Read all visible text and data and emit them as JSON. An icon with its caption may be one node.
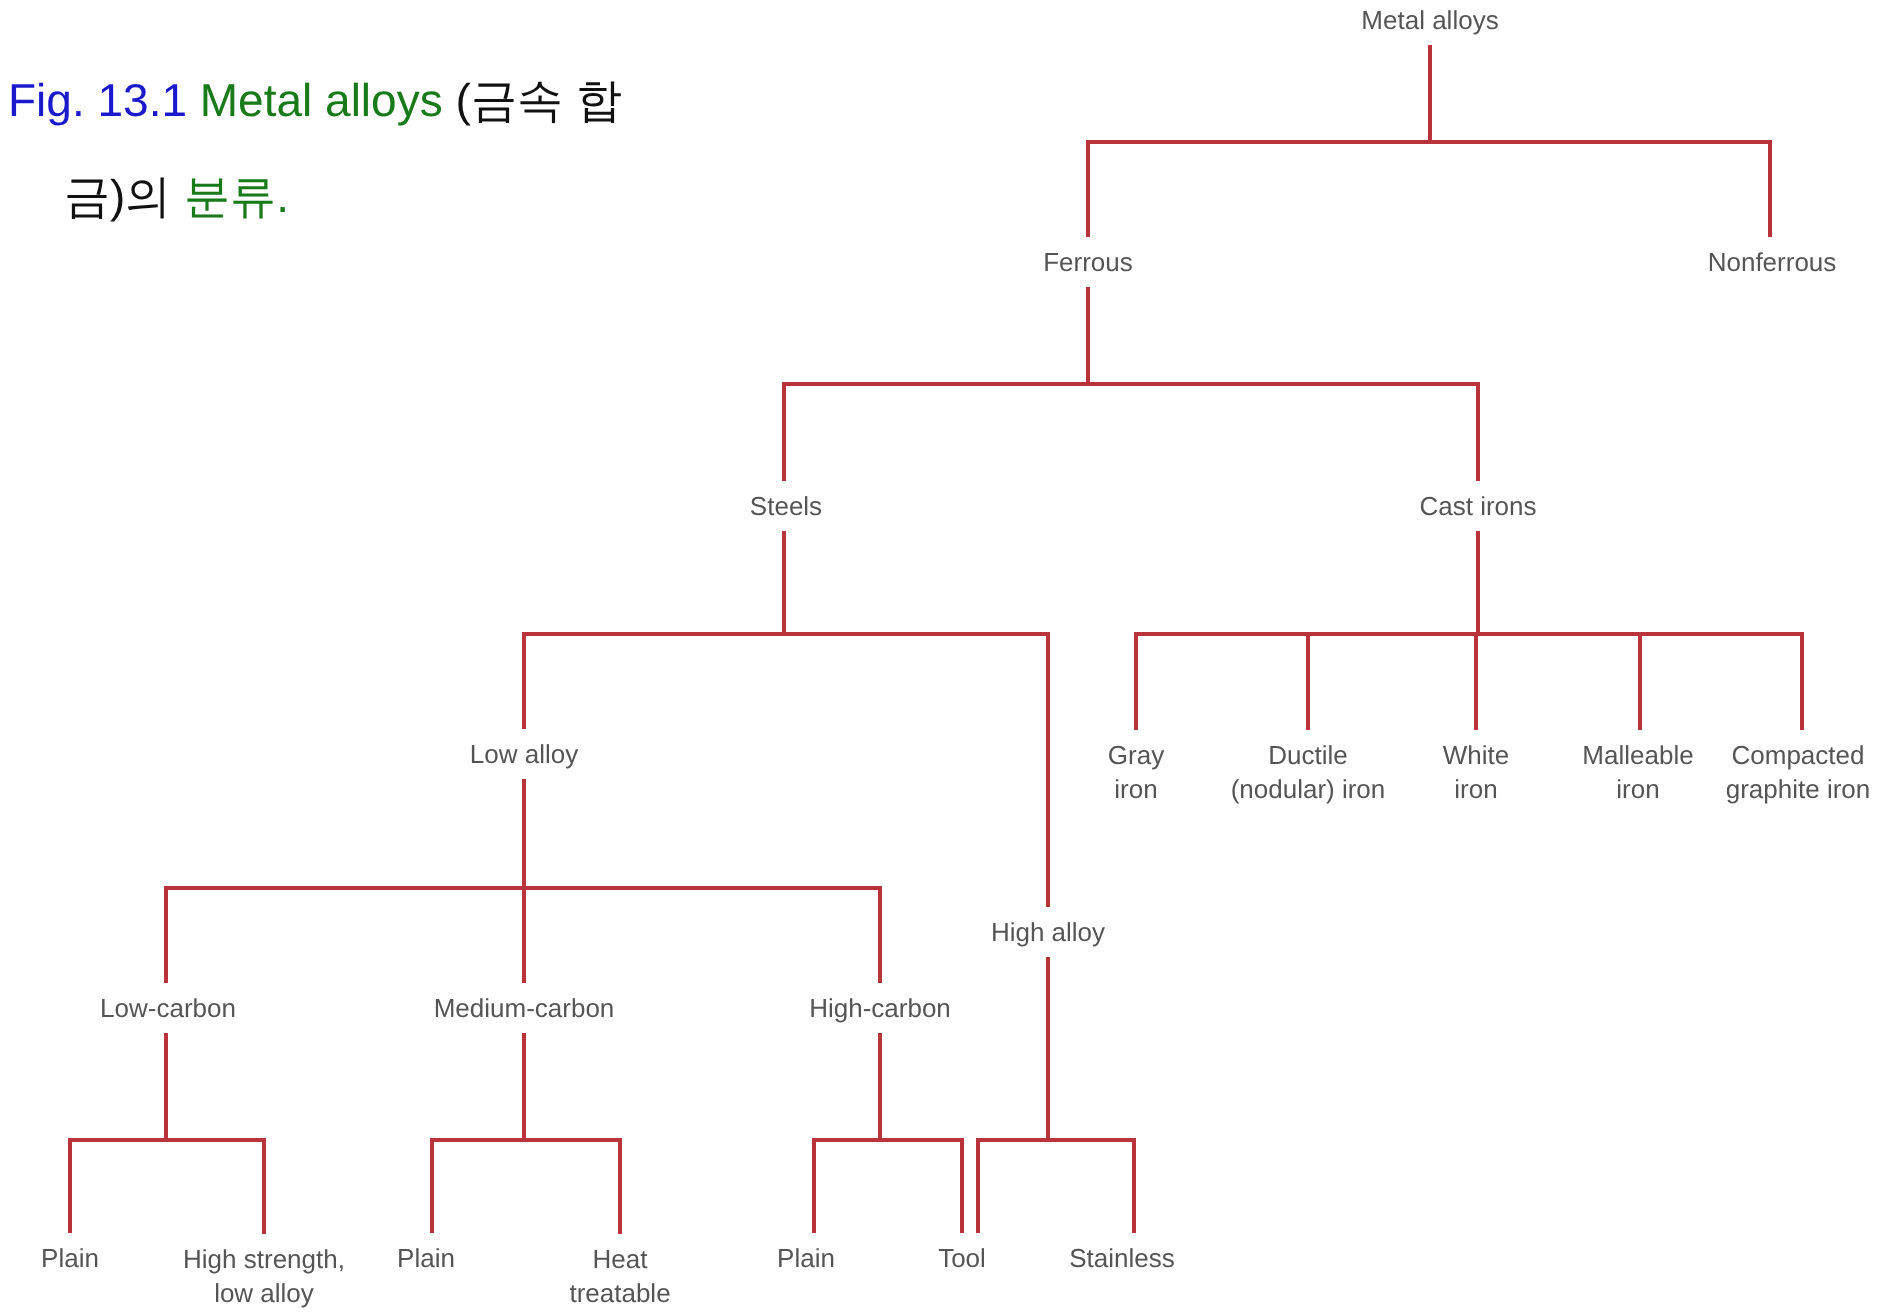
{
  "diagram": {
    "title": "Fig. 13.1 Metal alloys (금속 합금)의 분류.",
    "nodes": [
      {
        "text": [
          "Metal alloys"
        ]
      },
      {
        "text": [
          "Ferrous"
        ]
      },
      {
        "text": [
          "Nonferrous"
        ]
      },
      {
        "text": [
          "Steels"
        ]
      },
      {
        "text": [
          "Cast irons"
        ]
      },
      {
        "text": [
          "Low alloy"
        ]
      },
      {
        "text": [
          "Gray iron"
        ]
      },
      {
        "text": [
          "Ductile (nodular) iron"
        ]
      },
      {
        "text": [
          "White iron"
        ]
      },
      {
        "text": [
          "Malleable iron"
        ]
      },
      {
        "text": [
          "Compacted graphite iron"
        ]
      },
      {
        "text": [
          "High alloy"
        ]
      },
      {
        "text": [
          "Low-carbon"
        ]
      },
      {
        "text": [
          "Medium-carbon"
        ]
      },
      {
        "text": [
          "High-carbon"
        ]
      },
      {
        "text": [
          "Plain"
        ]
      },
      {
        "text": [
          "High strength, low alloy"
        ]
      },
      {
        "text": [
          "Plain"
        ]
      },
      {
        "text": [
          "Heat treatable"
        ]
      },
      {
        "text": [
          "Plain"
        ]
      },
      {
        "text": [
          "Tool"
        ]
      },
      {
        "text": [
          "Stainless"
        ]
      }
    ],
    "edges": [
      {
        "from": 0,
        "to": 1,
        "arrow": "none"
      },
      {
        "from": 0,
        "to": 2,
        "arrow": "none"
      },
      {
        "from": 1,
        "to": 3,
        "arrow": "none"
      },
      {
        "from": 1,
        "to": 4,
        "arrow": "none"
      },
      {
        "from": 3,
        "to": 5,
        "arrow": "none"
      },
      {
        "from": 3,
        "to": 11,
        "arrow": "none"
      },
      {
        "from": 4,
        "to": 6,
        "arrow": "none"
      },
      {
        "from": 4,
        "to": 7,
        "arrow": "none"
      },
      {
        "from": 4,
        "to": 8,
        "arrow": "none"
      },
      {
        "from": 4,
        "to": 9,
        "arrow": "none"
      },
      {
        "from": 4,
        "to": 10,
        "arrow": "none"
      },
      {
        "from": 5,
        "to": 12,
        "arrow": "none"
      },
      {
        "from": 5,
        "to": 13,
        "arrow": "none"
      },
      {
        "from": 5,
        "to": 14,
        "arrow": "none"
      },
      {
        "from": 12,
        "to": 15,
        "arrow": "none"
      },
      {
        "from": 12,
        "to": 16,
        "arrow": "none"
      },
      {
        "from": 13,
        "to": 17,
        "arrow": "none"
      },
      {
        "from": 13,
        "to": 18,
        "arrow": "none"
      },
      {
        "from": 14,
        "to": 19,
        "arrow": "none"
      },
      {
        "from": 14,
        "to": 20,
        "arrow": "none"
      },
      {
        "from": 11,
        "to": 20,
        "arrow": "none"
      },
      {
        "from": 11,
        "to": 21,
        "arrow": "none"
      }
    ]
  }
}
